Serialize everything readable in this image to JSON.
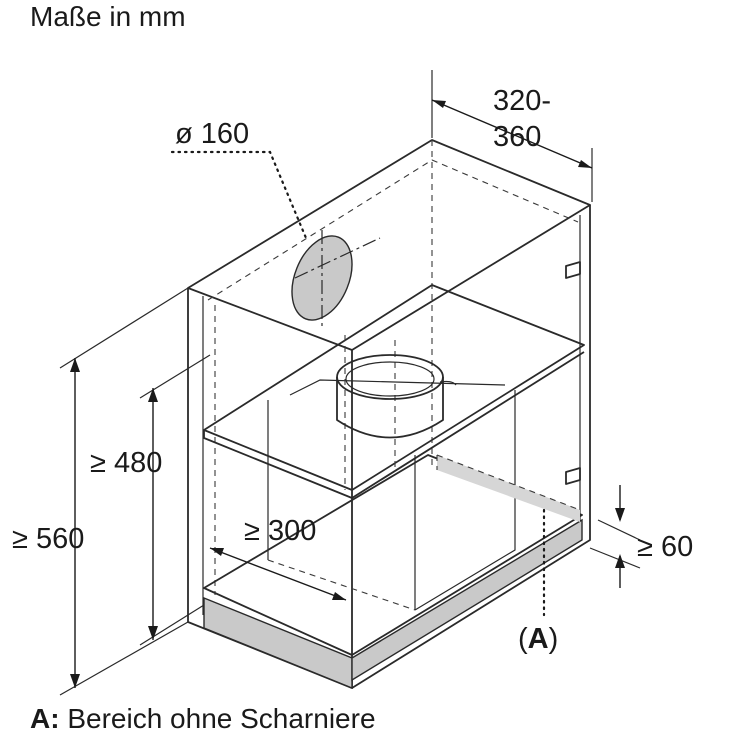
{
  "title": "Maße in mm",
  "dimensions": {
    "duct_diameter": "ø 160",
    "depth_line1": "320-",
    "depth_line2": "360",
    "height_shelf": "≥ 480",
    "height_total": "≥ 560",
    "width_inner": "≥ 300",
    "plinth_height": "≥ 60"
  },
  "marker": {
    "paren_open": "(",
    "letter": "A",
    "paren_close": ")"
  },
  "caption": {
    "key": "A:",
    "text": " Bereich ohne Scharniere"
  },
  "colors": {
    "line": "#2a2a2a",
    "shaded_area": "#c9c9c9"
  }
}
